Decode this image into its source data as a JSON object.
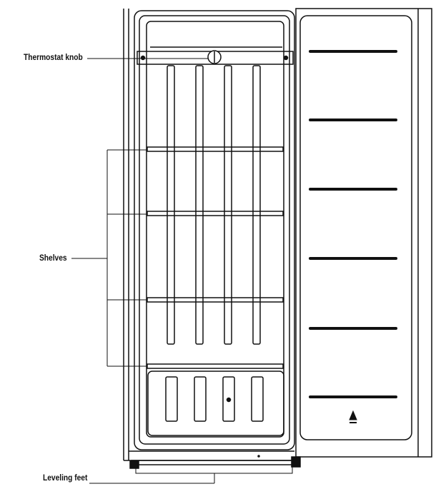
{
  "labels": {
    "thermostat": "Thermostat knob",
    "shelves": "Shelves",
    "feet": "Leveling feet"
  },
  "icons": [
    "recycling-icon"
  ],
  "colors": {
    "line": "#111111",
    "background": "#ffffff"
  }
}
